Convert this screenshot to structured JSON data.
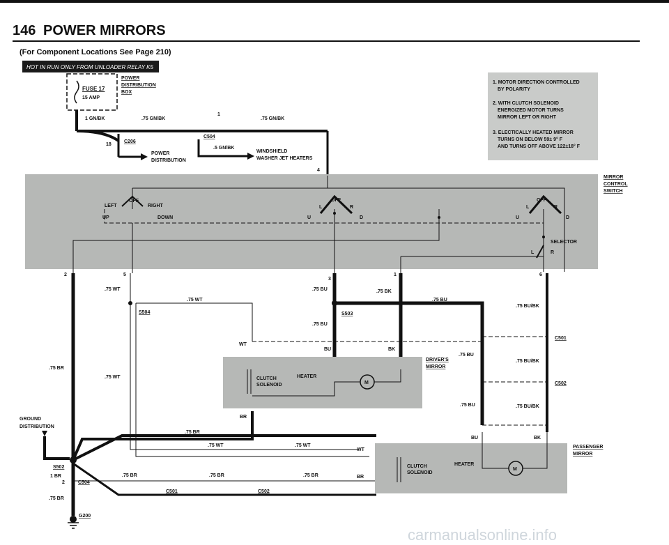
{
  "header": {
    "page_number": "146",
    "title": "POWER MIRRORS",
    "subtitle": "(For Component Locations See Page 210)"
  },
  "banner": "HOT IN RUN ONLY FROM UNLOADER RELAY K5",
  "fuse": {
    "name": "FUSE 17",
    "rating": "15 AMP"
  },
  "power_box": [
    "POWER",
    "DISTRIBUTION",
    "BOX"
  ],
  "notes": [
    [
      "1. MOTOR DIRECTION CONTROLLED",
      "BY POLARITY"
    ],
    [
      "2. WITH CLUTCH SOLENOID",
      "ENERGIZED MOTOR TURNS",
      "MIRROR LEFT OR RIGHT"
    ],
    [
      "3. ELECTICALLY HEATED MIRROR",
      "TURNS ON BELOW 59± 9° F",
      "AND TURNS OFF ABOVE 122±18° F"
    ]
  ],
  "components": {
    "control_switch": [
      "MIRROR",
      "CONTROL",
      "SWITCH"
    ],
    "drivers_mirror": [
      "DRIVER'S",
      "MIRROR"
    ],
    "passenger_mirror": [
      "PASSENGER",
      "MIRROR"
    ],
    "ground_distribution": [
      "GROUND",
      "DISTRIBUTION"
    ],
    "power_distribution": [
      "POWER",
      "DISTRIBUTION"
    ],
    "windshield": [
      "WINDSHIELD",
      "WASHER JET HEATERS"
    ],
    "clutch_solenoid": [
      "CLUTCH",
      "SOLENOID"
    ],
    "heater": "HEATER",
    "motor": "M"
  },
  "switch_labels": {
    "off": "OFF",
    "left": "LEFT",
    "right": "RIGHT",
    "up": "UP",
    "down": "DOWN",
    "l": "L",
    "r": "R",
    "u": "U",
    "d": "D",
    "selector": "SELECTOR"
  },
  "connectors": {
    "c206": "C206",
    "c504": "C504",
    "c501": "C501",
    "c502": "C502",
    "s502": "S502",
    "s503": "S503",
    "s504": "S504",
    "g200": "G200"
  },
  "wires": {
    "gn_bk_1": "1 GN/BK",
    "gn_bk_75": ".75 GN/BK",
    "gn_bk_5": ".5 GN/BK",
    "wt_75": ".75 WT",
    "bu_75": ".75 BU",
    "bk_75": ".75 BK",
    "br_75": ".75 BR",
    "bu_bk_75": ".75 BU/BK",
    "br_1": "1 BR",
    "wt": "WT",
    "bu": "BU",
    "bk": "BK",
    "br": "BR"
  },
  "pins": {
    "p1": "1",
    "p2": "2",
    "p3": "3",
    "p4": "4",
    "p5": "5",
    "p6": "6",
    "p18": "18"
  },
  "watermark": "carmanualsonline.info",
  "colors": {
    "box_fill": "#b6b8b6",
    "ink": "#111111",
    "banner": "#1a1a1a"
  }
}
